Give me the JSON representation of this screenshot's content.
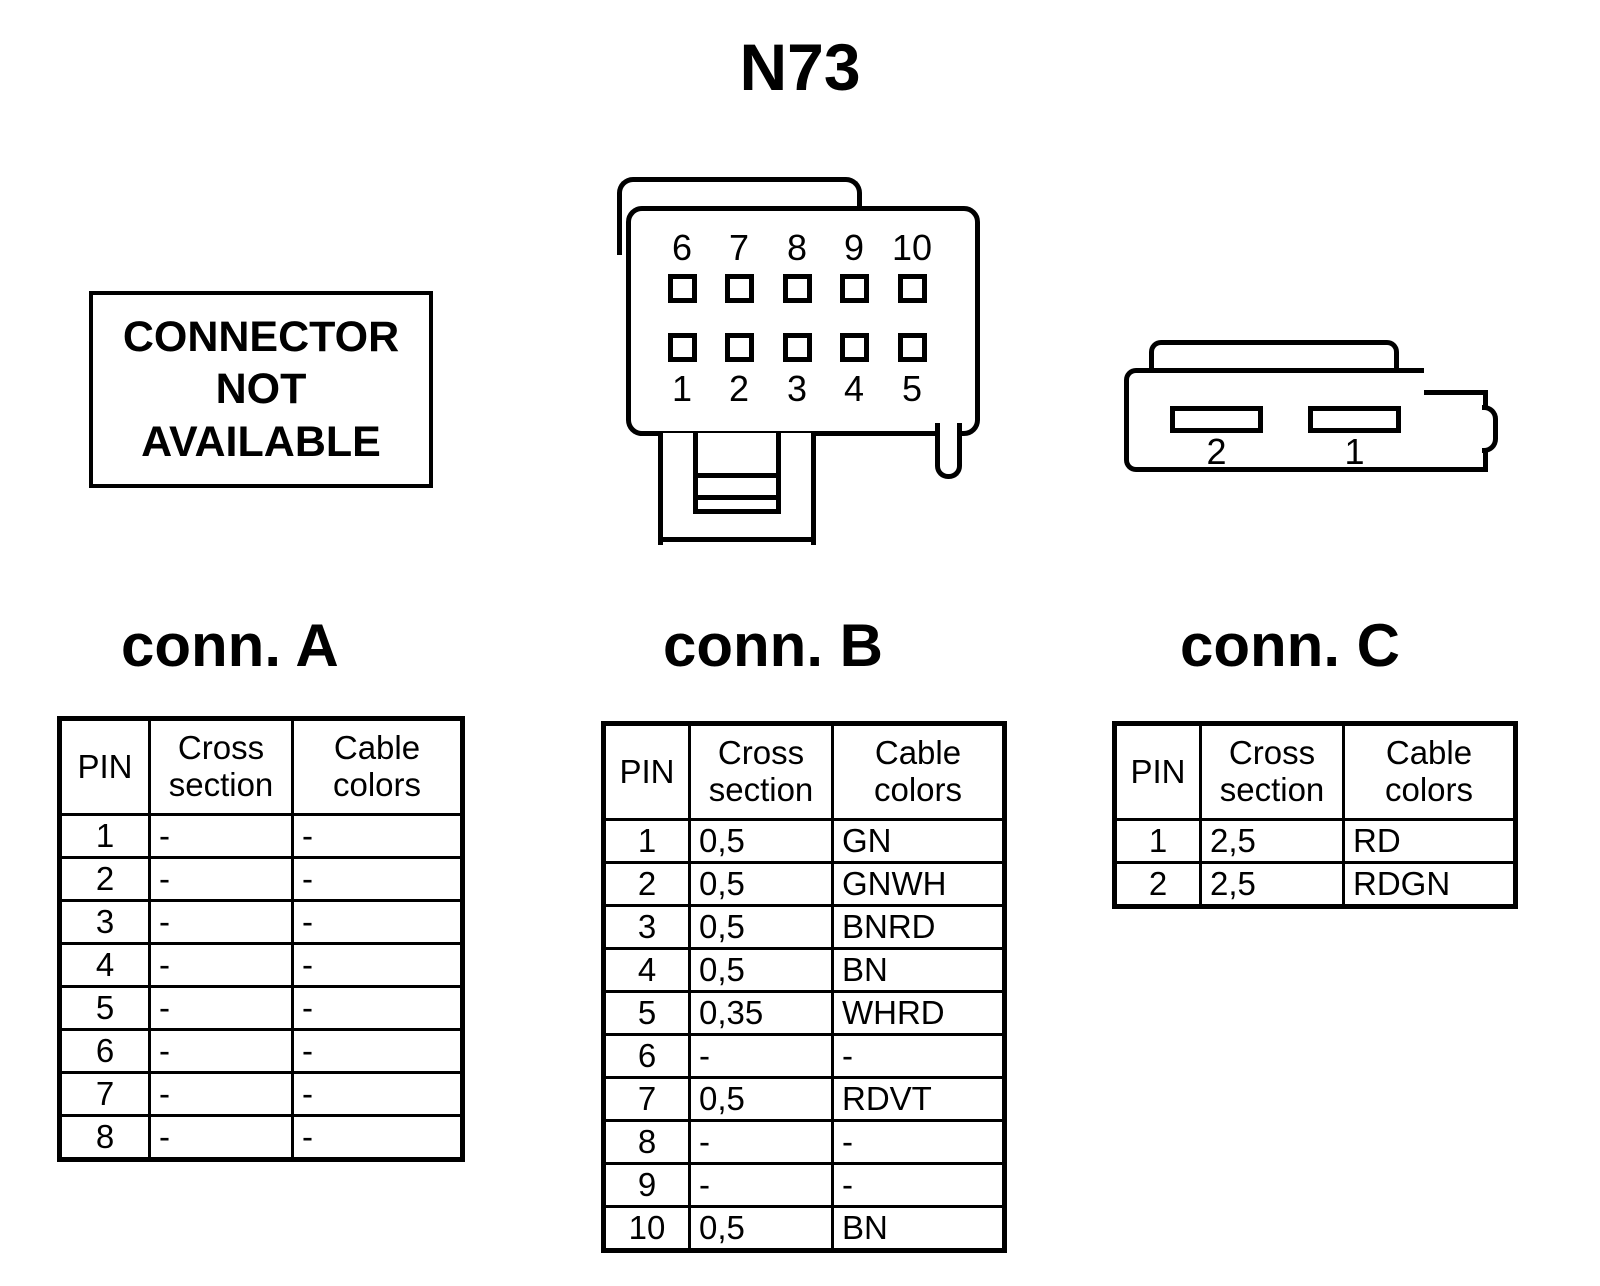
{
  "title": "N73",
  "not_available_box": {
    "lines": [
      "CONNECTOR",
      "NOT",
      "AVAILABLE"
    ]
  },
  "connector_b_drawing": {
    "top_row_labels": [
      "6",
      "7",
      "8",
      "9",
      "10"
    ],
    "bottom_row_labels": [
      "1",
      "2",
      "3",
      "4",
      "5"
    ]
  },
  "connector_c_drawing": {
    "slot_labels": [
      "2",
      "1"
    ]
  },
  "headings": {
    "conn_a": "conn. A",
    "conn_b": "conn. B",
    "conn_c": "conn. C"
  },
  "table_headers": {
    "pin": "PIN",
    "cross_section_line1": "Cross",
    "cross_section_line2": "section",
    "cable_colors_line1": "Cable",
    "cable_colors_line2": "colors"
  },
  "tables": {
    "conn_a": {
      "rows": [
        {
          "pin": "1",
          "cross_section": "-",
          "cable_colors": "-"
        },
        {
          "pin": "2",
          "cross_section": "-",
          "cable_colors": "-"
        },
        {
          "pin": "3",
          "cross_section": "-",
          "cable_colors": "-"
        },
        {
          "pin": "4",
          "cross_section": "-",
          "cable_colors": "-"
        },
        {
          "pin": "5",
          "cross_section": "-",
          "cable_colors": "-"
        },
        {
          "pin": "6",
          "cross_section": "-",
          "cable_colors": "-"
        },
        {
          "pin": "7",
          "cross_section": "-",
          "cable_colors": "-"
        },
        {
          "pin": "8",
          "cross_section": "-",
          "cable_colors": "-"
        }
      ]
    },
    "conn_b": {
      "rows": [
        {
          "pin": "1",
          "cross_section": "0,5",
          "cable_colors": "GN"
        },
        {
          "pin": "2",
          "cross_section": "0,5",
          "cable_colors": "GNWH"
        },
        {
          "pin": "3",
          "cross_section": "0,5",
          "cable_colors": "BNRD"
        },
        {
          "pin": "4",
          "cross_section": "0,5",
          "cable_colors": "BN"
        },
        {
          "pin": "5",
          "cross_section": "0,35",
          "cable_colors": "WHRD"
        },
        {
          "pin": "6",
          "cross_section": "-",
          "cable_colors": "-"
        },
        {
          "pin": "7",
          "cross_section": "0,5",
          "cable_colors": "RDVT"
        },
        {
          "pin": "8",
          "cross_section": "-",
          "cable_colors": "-"
        },
        {
          "pin": "9",
          "cross_section": "-",
          "cable_colors": "-"
        },
        {
          "pin": "10",
          "cross_section": "0,5",
          "cable_colors": "BN"
        }
      ]
    },
    "conn_c": {
      "rows": [
        {
          "pin": "1",
          "cross_section": "2,5",
          "cable_colors": "RD"
        },
        {
          "pin": "2",
          "cross_section": "2,5",
          "cable_colors": "RDGN"
        }
      ]
    }
  },
  "colors": {
    "ink": "#000000",
    "paper": "#ffffff"
  }
}
